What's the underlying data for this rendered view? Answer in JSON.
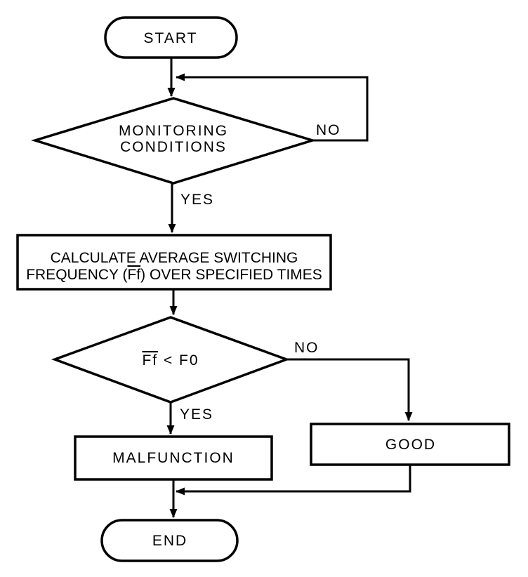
{
  "diagram": {
    "type": "flowchart",
    "background_color": "#ffffff",
    "line_color": "#000000",
    "nodes": {
      "start": {
        "shape": "terminator",
        "label": "START"
      },
      "monitoring": {
        "shape": "decision",
        "line1": "MONITORING",
        "line2": "CONDITIONS"
      },
      "calculate": {
        "shape": "process",
        "line1": "CALCULATE AVERAGE SWITCHING",
        "line2_prefix": "FREQUENCY (",
        "line2_overlined": "Ff",
        "line2_suffix": ") OVER SPECIFIED TIMES"
      },
      "threshold": {
        "shape": "decision",
        "overlined": "Ff",
        "condition": " < F0"
      },
      "good": {
        "shape": "process",
        "label": "GOOD"
      },
      "malfunction": {
        "shape": "process",
        "label": "MALFUNCTION"
      },
      "end": {
        "shape": "terminator",
        "label": "END"
      }
    },
    "edge_labels": {
      "monitoring_no": "NO",
      "monitoring_yes": "YES",
      "threshold_no": "NO",
      "threshold_yes": "YES"
    }
  }
}
